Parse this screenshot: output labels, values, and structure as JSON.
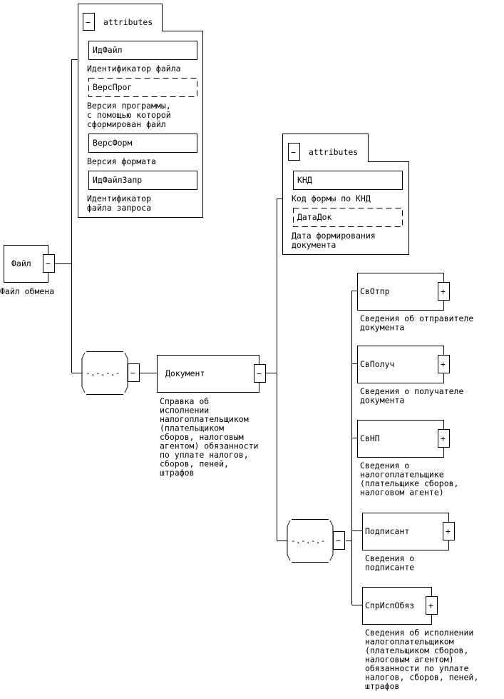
{
  "diagram": {
    "type": "xsd-schema-tree",
    "root": {
      "name": "Файл",
      "description": "Файл обмена",
      "toggle": "−"
    },
    "root_attributes": {
      "header": "attributes",
      "toggle": "−",
      "items": [
        {
          "name": "ИдФайл",
          "optional": false,
          "description": [
            "Идентификатор файла"
          ]
        },
        {
          "name": "ВерсПрог",
          "optional": true,
          "description": [
            "Версия программы,",
            "с помощью которой",
            "сформирован файл"
          ]
        },
        {
          "name": "ВерсФорм",
          "optional": false,
          "description": [
            "Версия формата"
          ]
        },
        {
          "name": "ИдФайлЗапр",
          "optional": false,
          "description": [
            "Идентификатор",
            "файла запроса"
          ]
        }
      ]
    },
    "sequence_1": {
      "toggle": "−",
      "symbol": "-.-.-.-"
    },
    "document": {
      "name": "Документ",
      "toggle": "−",
      "description": [
        "Справка об",
        "исполнении",
        "налогоплательщиком",
        "(плательщиком",
        "сборов, налоговым",
        "агентом) обязанности",
        "по уплате налогов,",
        "сборов, пеней,",
        "штрафов"
      ]
    },
    "document_attributes": {
      "header": "attributes",
      "toggle": "−",
      "items": [
        {
          "name": "КНД",
          "optional": false,
          "description": [
            "Код формы по КНД"
          ]
        },
        {
          "name": "ДатаДок",
          "optional": true,
          "description": [
            "Дата формирования",
            "документа"
          ]
        }
      ]
    },
    "sequence_2": {
      "toggle": "−",
      "symbol": "-.-.-.-"
    },
    "children": [
      {
        "name": "СвОтпр",
        "toggle": "+",
        "description": [
          "Сведения об отправителе",
          "документа"
        ]
      },
      {
        "name": "СвПолуч",
        "toggle": "+",
        "description": [
          "Сведения о получателе",
          "документа"
        ]
      },
      {
        "name": "СвНП",
        "toggle": "+",
        "description": [
          "Сведения о",
          "налогоплательщике",
          "(плательщике сборов,",
          "налоговом агенте)"
        ]
      },
      {
        "name": "Подписант",
        "toggle": "+",
        "description": [
          "Сведения о",
          "подписанте"
        ]
      },
      {
        "name": "СпрИспОбяз",
        "toggle": "+",
        "description": [
          "Сведения об исполнении",
          "налогоплательщиком",
          "(плательщиком сборов,",
          "налоговым агентом)",
          "обязанности по уплате",
          "налогов, сборов, пеней,",
          "штрафов"
        ]
      }
    ]
  }
}
